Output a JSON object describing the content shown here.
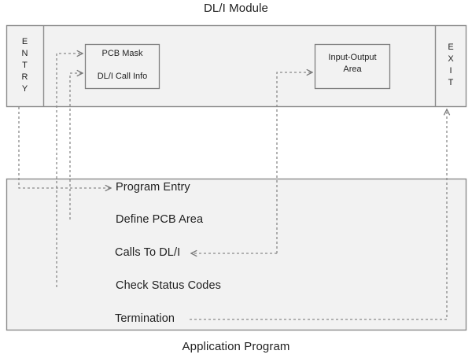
{
  "title": "DL/I Module",
  "caption": "Application Program",
  "colors": {
    "panel_fill": "#f2f2f2",
    "panel_stroke": "#808080",
    "inner_box_fill": "#f2f2f2",
    "inner_box_stroke": "#7f7f7f",
    "connector": "#808080",
    "text": "#1f1f1f",
    "page_background": "#ffffff"
  },
  "dli_module": {
    "entry_column": {
      "label": "ENTRY",
      "letters": [
        "E",
        "N",
        "T",
        "R",
        "Y"
      ]
    },
    "exit_column": {
      "label": "EXIT",
      "letters": [
        "E",
        "X",
        "I",
        "T"
      ]
    },
    "boxes": [
      {
        "name": "pcb-mask-box",
        "lines": [
          "PCB Mask",
          "DL/I Call Info"
        ]
      },
      {
        "name": "input-output-area-box",
        "lines": [
          "Input-Output",
          "Area"
        ]
      }
    ]
  },
  "application_program": {
    "steps": [
      {
        "id": "program-entry",
        "label": "Program Entry"
      },
      {
        "id": "define-pcb-area",
        "label": "Define PCB Area"
      },
      {
        "id": "calls-to-dli",
        "label": "Calls To DL/I"
      },
      {
        "id": "check-status-codes",
        "label": "Check Status Codes"
      },
      {
        "id": "termination",
        "label": "Termination"
      }
    ]
  },
  "connectors": [
    {
      "name": "entry-to-program-entry",
      "from": "ENTRY",
      "to": "Program Entry",
      "direction": "down-right"
    },
    {
      "name": "define-pcb-area-to-dli-call-info",
      "from": "Define PCB Area",
      "to": "DL/I Call Info",
      "direction": "up-right"
    },
    {
      "name": "check-status-codes-to-pcb-mask",
      "from": "Check Status Codes",
      "to": "PCB Mask",
      "direction": "up-right"
    },
    {
      "name": "input-output-area-to-calls-to-dli",
      "from": "Input-Output Area",
      "to": "Calls To DL/I",
      "direction": "down-left"
    },
    {
      "name": "termination-to-exit",
      "from": "Termination",
      "to": "EXIT",
      "direction": "right-up"
    }
  ]
}
